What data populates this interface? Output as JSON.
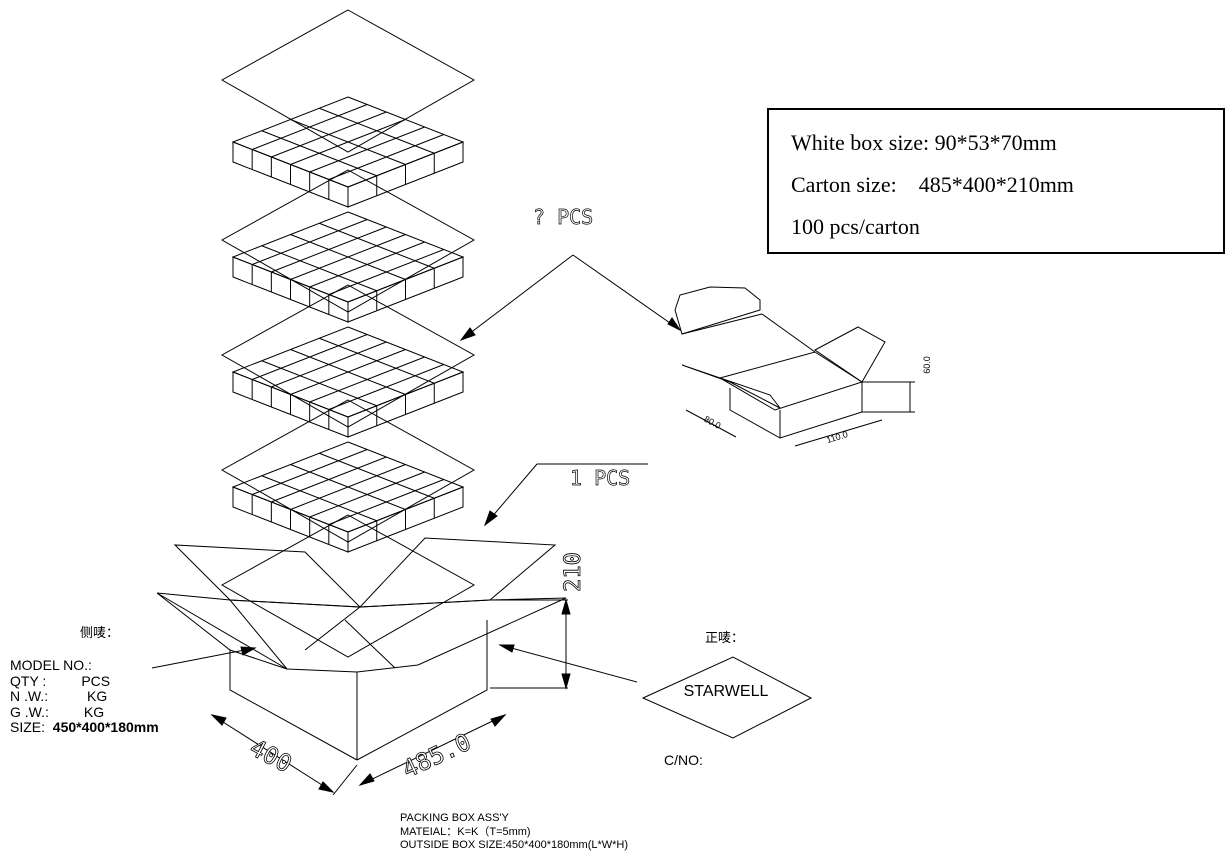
{
  "spec_box": {
    "line1": "White box size: 90*53*70mm",
    "line2": "Carton size:    485*400*210mm",
    "line3": "100 pcs/carton"
  },
  "callouts": {
    "inner_qty": "? PCS",
    "pad_qty": "1 PCS"
  },
  "dimensions": {
    "carton_height": "210",
    "carton_width": "400",
    "carton_length": "485.0",
    "box_height": "60.0",
    "box_width": "80.0",
    "box_length": "110.0"
  },
  "side_mark": {
    "label": "侧唛：",
    "model": "MODEL NO.:",
    "qty": "QTY :         PCS",
    "nw": "N .W.:          KG",
    "gw": "G .W.:         KG",
    "size_prefix": "SIZE:  ",
    "size_value": "450*400*180mm"
  },
  "front_mark": {
    "label": "正唛：",
    "brand": "STARWELL",
    "carton_no": "C/NO:"
  },
  "notes": {
    "line1": "PACKING BOX ASS'Y",
    "line2": "MATEIAL：K=K（T=5mm)",
    "line3": "OUTSIDE BOX SIZE:450*400*180mm(L*W*H)"
  }
}
